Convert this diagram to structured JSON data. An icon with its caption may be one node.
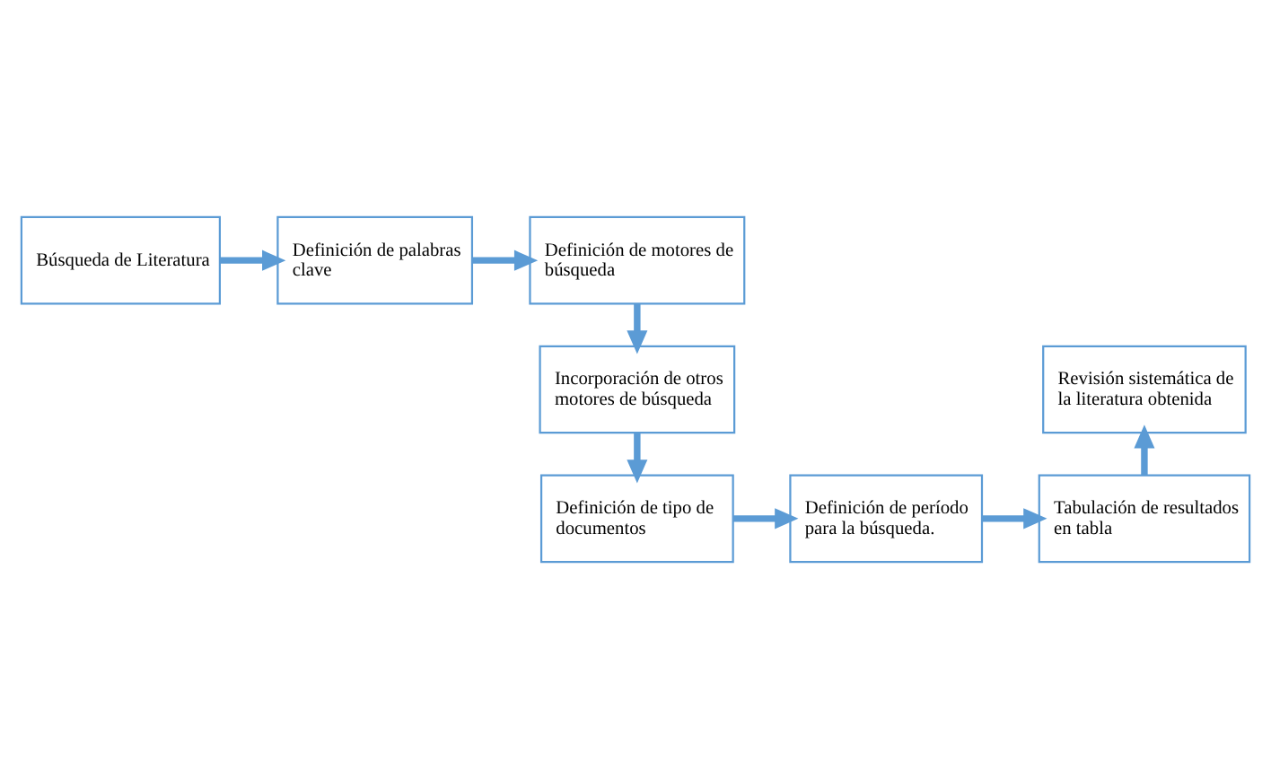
{
  "diagram": {
    "nodes": [
      {
        "text": [
          "Búsqueda de Literatura"
        ]
      },
      {
        "text": [
          "Definición de palabras clave"
        ]
      },
      {
        "text": [
          "Definición de motores de búsqueda"
        ]
      },
      {
        "text": [
          "Incorporación de otros motores de búsqueda"
        ]
      },
      {
        "text": [
          "Definición de tipo de documentos"
        ]
      },
      {
        "text": [
          "Definición de período para la búsqueda."
        ]
      },
      {
        "text": [
          "Tabulación de resultados en tabla"
        ]
      },
      {
        "text": [
          "Revisión sistemática de la literatura obtenida"
        ]
      }
    ],
    "edges": [
      {
        "from": 0,
        "to": 1,
        "arrow": "to"
      },
      {
        "from": 1,
        "to": 2,
        "arrow": "to"
      },
      {
        "from": 2,
        "to": 3,
        "arrow": "to"
      },
      {
        "from": 3,
        "to": 4,
        "arrow": "to"
      },
      {
        "from": 4,
        "to": 5,
        "arrow": "to"
      },
      {
        "from": 5,
        "to": 6,
        "arrow": "to"
      },
      {
        "from": 6,
        "to": 7,
        "arrow": "to"
      }
    ]
  }
}
